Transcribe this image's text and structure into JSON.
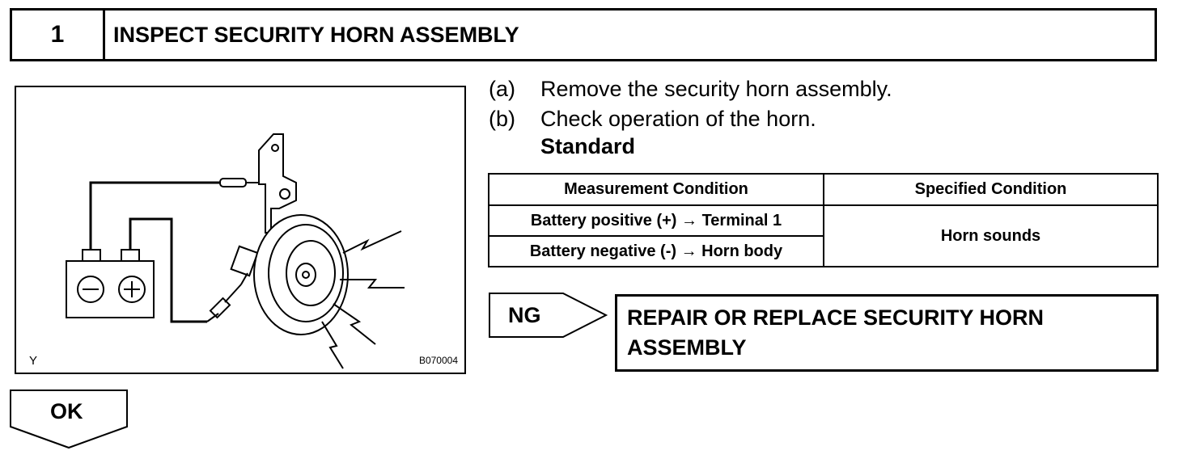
{
  "step": {
    "number": "1",
    "title": "INSPECT SECURITY HORN ASSEMBLY"
  },
  "figure": {
    "code_left": "Y",
    "code_right": "B070004"
  },
  "instructions": [
    {
      "label": "(a)",
      "text": "Remove the security horn assembly."
    },
    {
      "label": "(b)",
      "text": "Check operation of the horn."
    }
  ],
  "standard_label": "Standard",
  "spec_table": {
    "headers": [
      "Measurement Condition",
      "Specified Condition"
    ],
    "rows": [
      "Battery positive (+) → Terminal 1",
      "Battery negative (-) → Horn body"
    ],
    "result": "Horn sounds"
  },
  "ng": {
    "label": "NG",
    "action_line1": "REPAIR OR REPLACE SECURITY HORN",
    "action_line2": "ASSEMBLY"
  },
  "ok": {
    "label": "OK"
  }
}
